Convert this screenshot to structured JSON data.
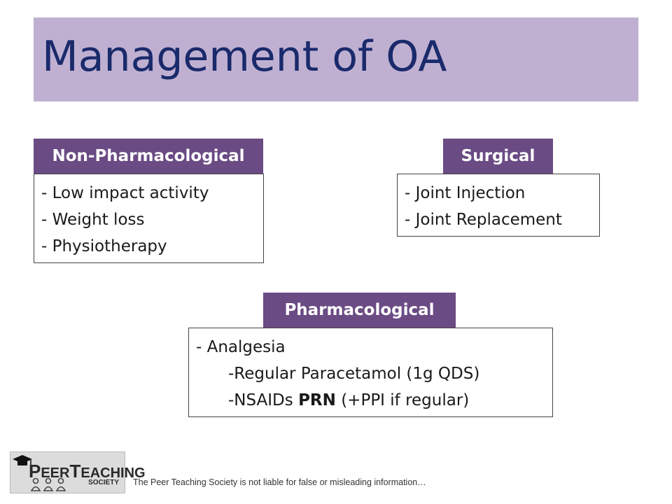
{
  "title": "Management of OA",
  "non_pharmacological": {
    "heading": "Non-Pharmacological",
    "items": [
      "- Low impact activity",
      "- Weight loss",
      "- Physiotherapy"
    ]
  },
  "surgical": {
    "heading": "Surgical",
    "items": [
      "- Joint Injection",
      "- Joint Replacement"
    ]
  },
  "pharmacological": {
    "heading": "Pharmacological",
    "line1": "- Analgesia",
    "line2": "-Regular Paracetamol (1g QDS)",
    "line3_prefix": "-NSAIDs ",
    "line3_bold": "PRN",
    "line3_suffix": " (+PPI if regular)"
  },
  "logo": {
    "p": "P",
    "eer": "EER",
    "t": "T",
    "eaching": "EACHING",
    "society": "SOCIETY"
  },
  "footer": "The Peer Teaching Society is not liable for false or misleading information…",
  "colors": {
    "title_bar": "#bfb0d2",
    "title_text": "#1a2a6b",
    "tag_bg": "#6a4b84"
  }
}
